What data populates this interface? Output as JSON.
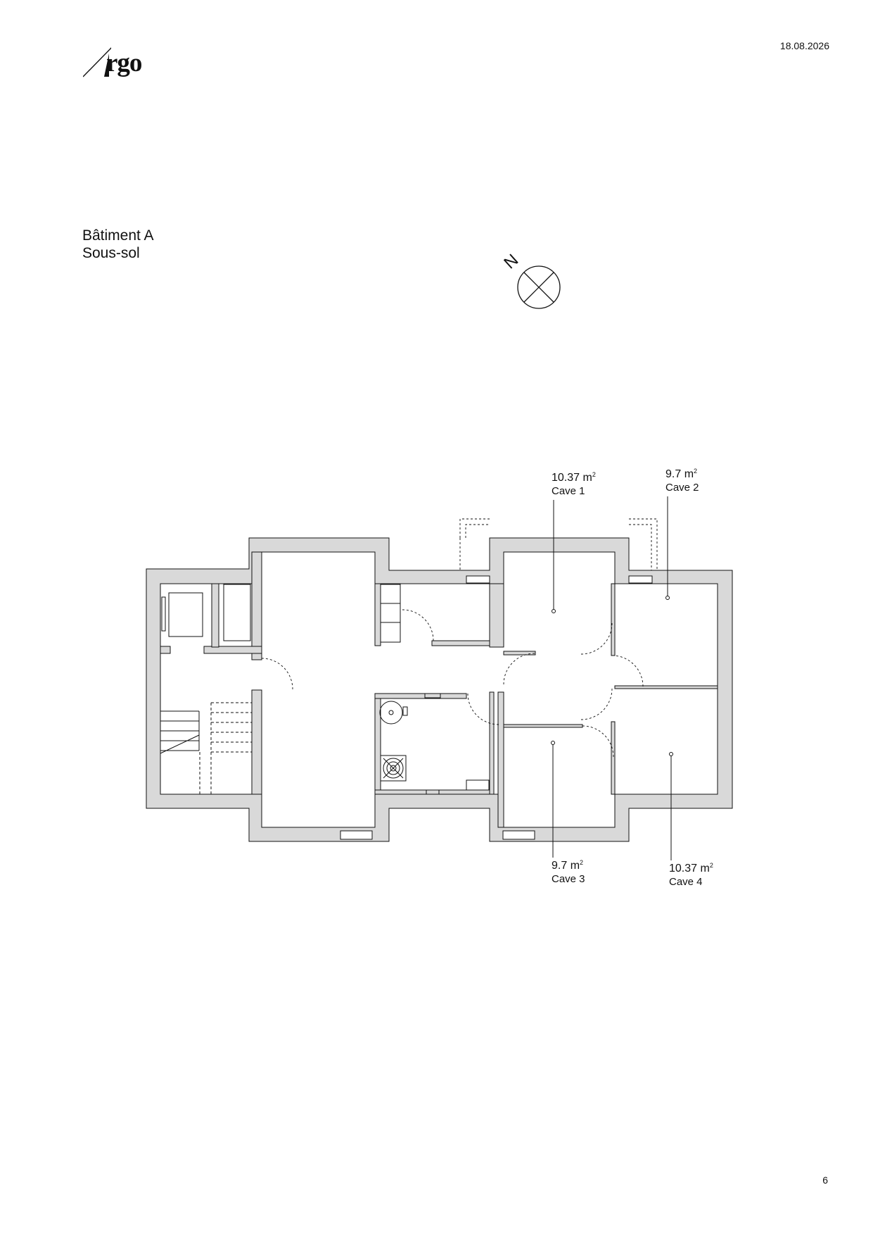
{
  "header": {
    "brand": "rgo",
    "date": "18.08.2026"
  },
  "plan": {
    "building": "Bâtiment A",
    "level": "Sous-sol",
    "north_label": "N",
    "area_unit_sup": "2",
    "rooms": [
      {
        "area": "10.37 m",
        "name": "Cave 1"
      },
      {
        "area": "9.7 m",
        "name": "Cave 2"
      },
      {
        "area": "9.7 m",
        "name": "Cave 3"
      },
      {
        "area": "10.37 m",
        "name": "Cave 4"
      }
    ]
  },
  "colors": {
    "wall_fill": "#d9d9d9",
    "line": "#111111"
  },
  "footer": {
    "page_number": "6"
  }
}
